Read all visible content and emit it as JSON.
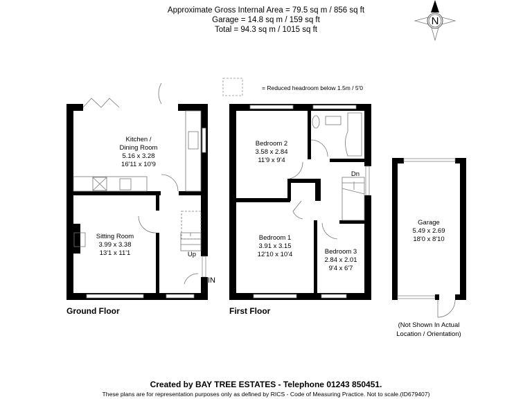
{
  "header": {
    "gross_area": "Approximate Gross Internal Area = 79.5 sq m / 856 sq ft",
    "garage_area": "Garage = 14.8 sq m / 159 sq ft",
    "total_area": "Total = 94.3 sq m / 1015 sq ft"
  },
  "compass": {
    "letter": "N"
  },
  "legend": {
    "headroom": "= Reduced headroom below 1.5m / 5'0"
  },
  "ground_floor": {
    "label": "Ground Floor",
    "kitchen": {
      "name1": "Kitchen /",
      "name2": "Dining Room",
      "metric": "5.16 x 3.28",
      "imperial": "16'11 x 10'9"
    },
    "sitting": {
      "name": "Sitting Room",
      "metric": "3.99 x 3.38",
      "imperial": "13'1 x 11'1"
    },
    "stairs_up": "Up",
    "entrance": "IN"
  },
  "first_floor": {
    "label": "First Floor",
    "bedroom2": {
      "name": "Bedroom 2",
      "metric": "3.58 x 2.84",
      "imperial": "11'9 x 9'4"
    },
    "bedroom1": {
      "name": "Bedroom 1",
      "metric": "3.91 x 3.15",
      "imperial": "12'10 x 10'4"
    },
    "bedroom3": {
      "name": "Bedroom 3",
      "metric": "2.84 x 2.01",
      "imperial": "9'4 x 6'7"
    },
    "stairs_down": "Dn"
  },
  "garage": {
    "name": "Garage",
    "metric": "5.49 x 2.69",
    "imperial": "18'0 x 8'10",
    "note1": "(Not Shown In Actual",
    "note2": "Location / Orientation)"
  },
  "footer": {
    "created_by": "Created by BAY TREE ESTATES - Telephone 01243 850451.",
    "disclaimer": "These plans are for representation purposes only as defined by RICS - Code of Measuring Practice. Not to scale.(ID679407)"
  }
}
